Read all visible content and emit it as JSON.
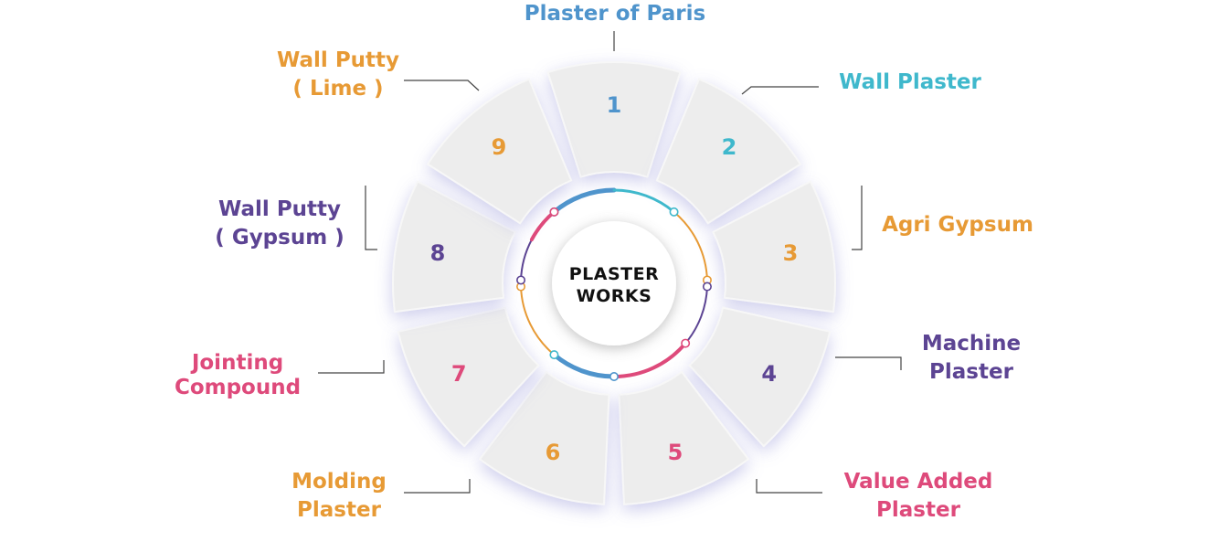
{
  "colors": {
    "blue": "#4f94cc",
    "teal": "#3fb8cc",
    "orange": "#e79a35",
    "purple": "#5c4493",
    "pink": "#de4a7b",
    "segment_fill": "#ededed",
    "leader": "#444444"
  },
  "center": {
    "line1": "PLASTER",
    "line2": "WORKS"
  },
  "segments": [
    {
      "number": "1",
      "color": "#4f94cc",
      "label": [
        "Plaster of Paris"
      ]
    },
    {
      "number": "2",
      "color": "#3fb8cc",
      "label": [
        "Wall Plaster"
      ]
    },
    {
      "number": "3",
      "color": "#e79a35",
      "label": [
        "Agri Gypsum"
      ]
    },
    {
      "number": "4",
      "color": "#5c4493",
      "label": [
        "Machine",
        "Plaster"
      ]
    },
    {
      "number": "5",
      "color": "#de4a7b",
      "label": [
        "Value Added",
        "Plaster"
      ]
    },
    {
      "number": "6",
      "color": "#e79a35",
      "label": [
        "Molding",
        "Plaster"
      ]
    },
    {
      "number": "7",
      "color": "#de4a7b",
      "label": [
        "Jointing",
        "Compound"
      ]
    },
    {
      "number": "8",
      "color": "#5c4493",
      "label": [
        "Wall Putty",
        "( Gypsum )"
      ]
    },
    {
      "number": "9",
      "color": "#e79a35",
      "label": [
        "Wall Putty",
        "( Lime )"
      ]
    }
  ]
}
